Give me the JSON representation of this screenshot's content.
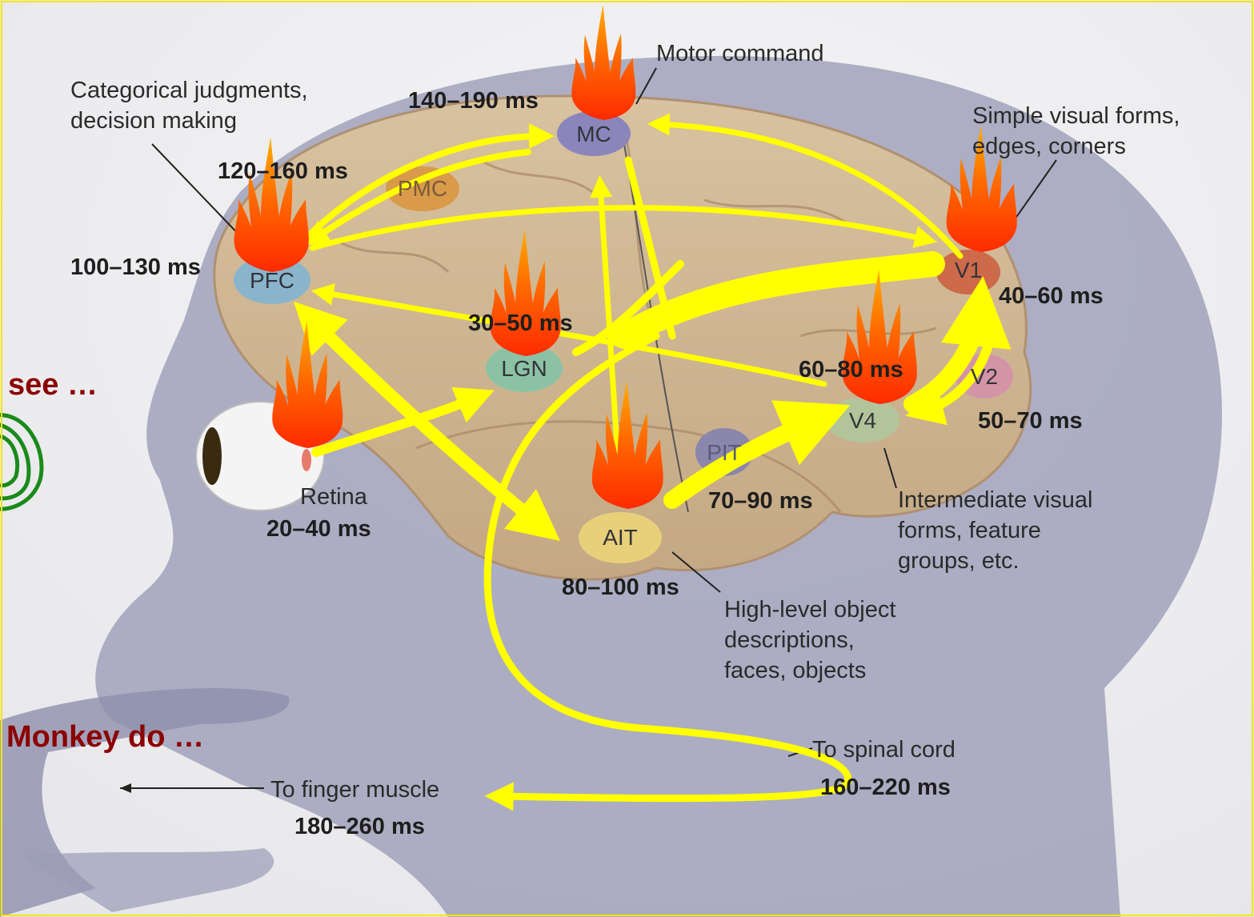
{
  "nodes": {
    "mc": "MC",
    "pmc": "PMC",
    "pfc": "PFC",
    "lgn": "LGN",
    "v1": "V1",
    "v2": "V2",
    "v4": "V4",
    "pit": "PIT",
    "ait": "AIT"
  },
  "labels": {
    "motor_command": "Motor command",
    "categorical": [
      "Categorical judgments,",
      "decision making"
    ],
    "simple_forms": [
      "Simple visual forms,",
      "edges, corners"
    ],
    "intermediate": [
      "Intermediate visual",
      "forms, feature",
      "groups, etc."
    ],
    "high_level": [
      "High-level object",
      "descriptions,",
      "faces, objects"
    ],
    "retina": "Retina",
    "spinal_cord": "To spinal cord",
    "finger_muscle": "To finger muscle"
  },
  "timings": {
    "mc": "140–190 ms",
    "pmc": "120–160 ms",
    "pfc": "100–130 ms",
    "lgn": "30–50 ms",
    "v1": "40–60 ms",
    "v2": "50–70 ms",
    "v4": "60–80 ms",
    "pit": "70–90 ms",
    "ait": "80–100 ms",
    "retina": "20–40 ms",
    "spinal": "160–220 ms",
    "finger": "180–260 ms"
  },
  "captions": {
    "see": "Monkey see …",
    "do": "Monkey do …"
  },
  "colors": {
    "arrow": "#ffff00",
    "caption": "#8b0000",
    "flame_outer": "#ff5a00",
    "flame_inner": "#ffc000"
  }
}
